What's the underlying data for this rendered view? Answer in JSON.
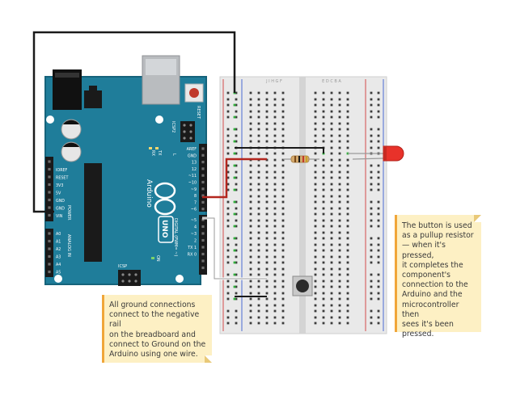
{
  "arduino": {
    "reset_label": "RESET",
    "icsp2_label": "ICSP2",
    "icsp_label": "ICSP",
    "tx_label": "TX",
    "rx_label": "RX",
    "l_label": "L",
    "on_label": "ON",
    "brand_label": "Arduino",
    "model_label": "UNO",
    "digital_label": "DIGITAL (PWM= ~)",
    "power_label": "POWER",
    "analog_label": "ANALOG IN",
    "power_pins": [
      "IOREF",
      "RESET",
      "3V3",
      "5V",
      "GND",
      "GND",
      "VIN"
    ],
    "analog_pins": [
      "A0",
      "A1",
      "A2",
      "A3",
      "A4",
      "A5"
    ],
    "digital_pins": [
      "AREF",
      "GND",
      "13",
      "12",
      "~11",
      "~10",
      "~9",
      "8",
      "7",
      "~6",
      "~5",
      "4",
      "~3",
      "2",
      "TX 1",
      "RX 0"
    ],
    "colors": {
      "board": "#1f7d9a",
      "board_edge": "#16637b",
      "wire_black": "#1a1a1a",
      "wire_red": "#b3261e",
      "wire_white": "#f2f2f2",
      "led": "#e8322a"
    }
  },
  "breadboard": {
    "column_letters_left": "J I H G F",
    "column_letters_right": "E D C B A",
    "colors": {
      "body": "#e9e9e9",
      "channel": "#d4d4d4",
      "hole": "#3b3b3b",
      "hole_active": "#2fae3a",
      "rail_red": "#d24b4b",
      "rail_blue": "#4b6cd2"
    }
  },
  "notes": {
    "ground": [
      "All ground connections",
      "connect to the negative rail",
      "on the breadboard and",
      "connect to Ground on the",
      "Arduino using one wire."
    ],
    "button": [
      "The button is used",
      "as a pullup resistor",
      "— when it's pressed,",
      "it completes the",
      "component's",
      "connection to the",
      "Arduino and the",
      "microcontroller then",
      "sees it's been",
      "pressed."
    ]
  }
}
